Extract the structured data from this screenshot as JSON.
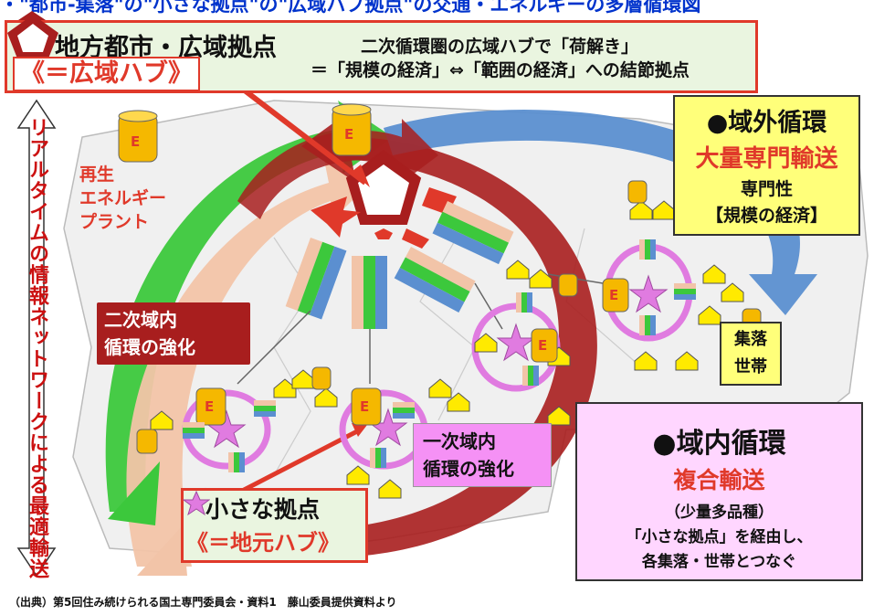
{
  "header": {
    "title_partial": "・\"都市-集落\"の\"小さな拠点\"の\"広域ハブ拠点\"の交通・エネルギーの多層循環図"
  },
  "hub": {
    "title": "地方都市・広域拠点",
    "alias": "《＝広域ハブ》",
    "desc_line1": "二次循環圏の広域ハブで「荷解き」",
    "desc_line2": "＝「規模の経済」⇔「範囲の経済」への結節拠点"
  },
  "side_label": "リアルタイムの情報ネットワークによる最適輸送",
  "plant_label": [
    "再生",
    "エネルギー",
    "プラント"
  ],
  "energy_tank_label": "E",
  "external_cycle": {
    "heading": "●域外循環",
    "mode": "大量専門輸送",
    "feature": "専門性",
    "economy": "【規模の経済】"
  },
  "internal_cycle": {
    "heading": "●域内循環",
    "mode": "複合輸送",
    "detail": "（少量多品種）",
    "desc_line1": "「小さな拠点」を経由し、",
    "desc_line2": "各集落・世帯とつなぐ"
  },
  "secondary_circulation": [
    "二次域内",
    "循環の強化"
  ],
  "primary_circulation": [
    "一次域内",
    "循環の強化"
  ],
  "village_label": [
    "集落",
    "世帯"
  ],
  "small_hub": {
    "title": "小さな拠点",
    "alias": "《＝地元ハブ》"
  },
  "source": "（出典）第5回住み続けられる国土専門委員会・資料1　藤山委員提供資料より",
  "colors": {
    "red": "#e0392a",
    "dark_red": "#a81e1e",
    "green": "#3cc83c",
    "blue": "#5b8fd0",
    "pink": "#f591f5",
    "yellow": "#ffff7a",
    "orange_tank": "#f5b800"
  }
}
